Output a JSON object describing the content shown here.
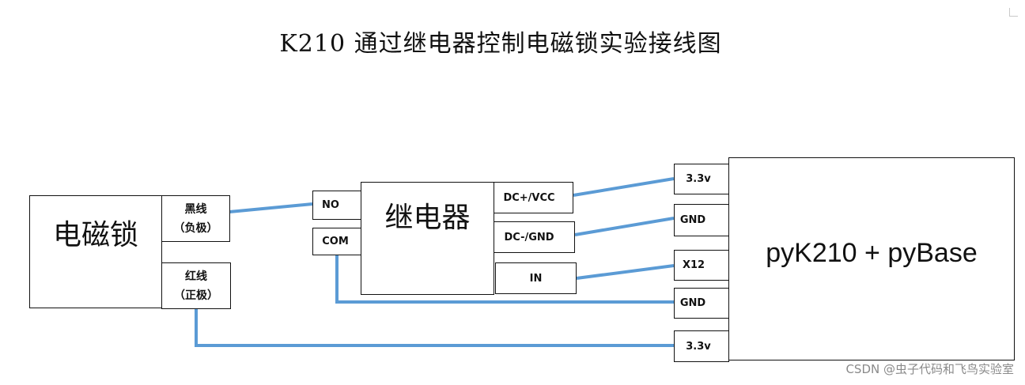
{
  "title": "K210 通过继电器控制电磁锁实验接线图",
  "lock": {
    "name": "电磁锁",
    "black_wire": {
      "line1": "黑线",
      "line2": "（负极）"
    },
    "red_wire": {
      "line1": "红线",
      "line2": "（正极）"
    }
  },
  "relay": {
    "name": "继电器",
    "pins": {
      "no": "NO",
      "com": "COM",
      "dc_plus": "DC+/VCC",
      "dc_minus": "DC-/GND",
      "in": "IN"
    }
  },
  "board": {
    "name": "pyK210 + pyBase",
    "pins": [
      "3.3v",
      "GND",
      "X12",
      "GND",
      "3.3v"
    ]
  },
  "watermark": "CSDN @虫子代码和飞鸟实验室",
  "colors": {
    "wire": "#5b9bd5",
    "border": "#111111"
  }
}
